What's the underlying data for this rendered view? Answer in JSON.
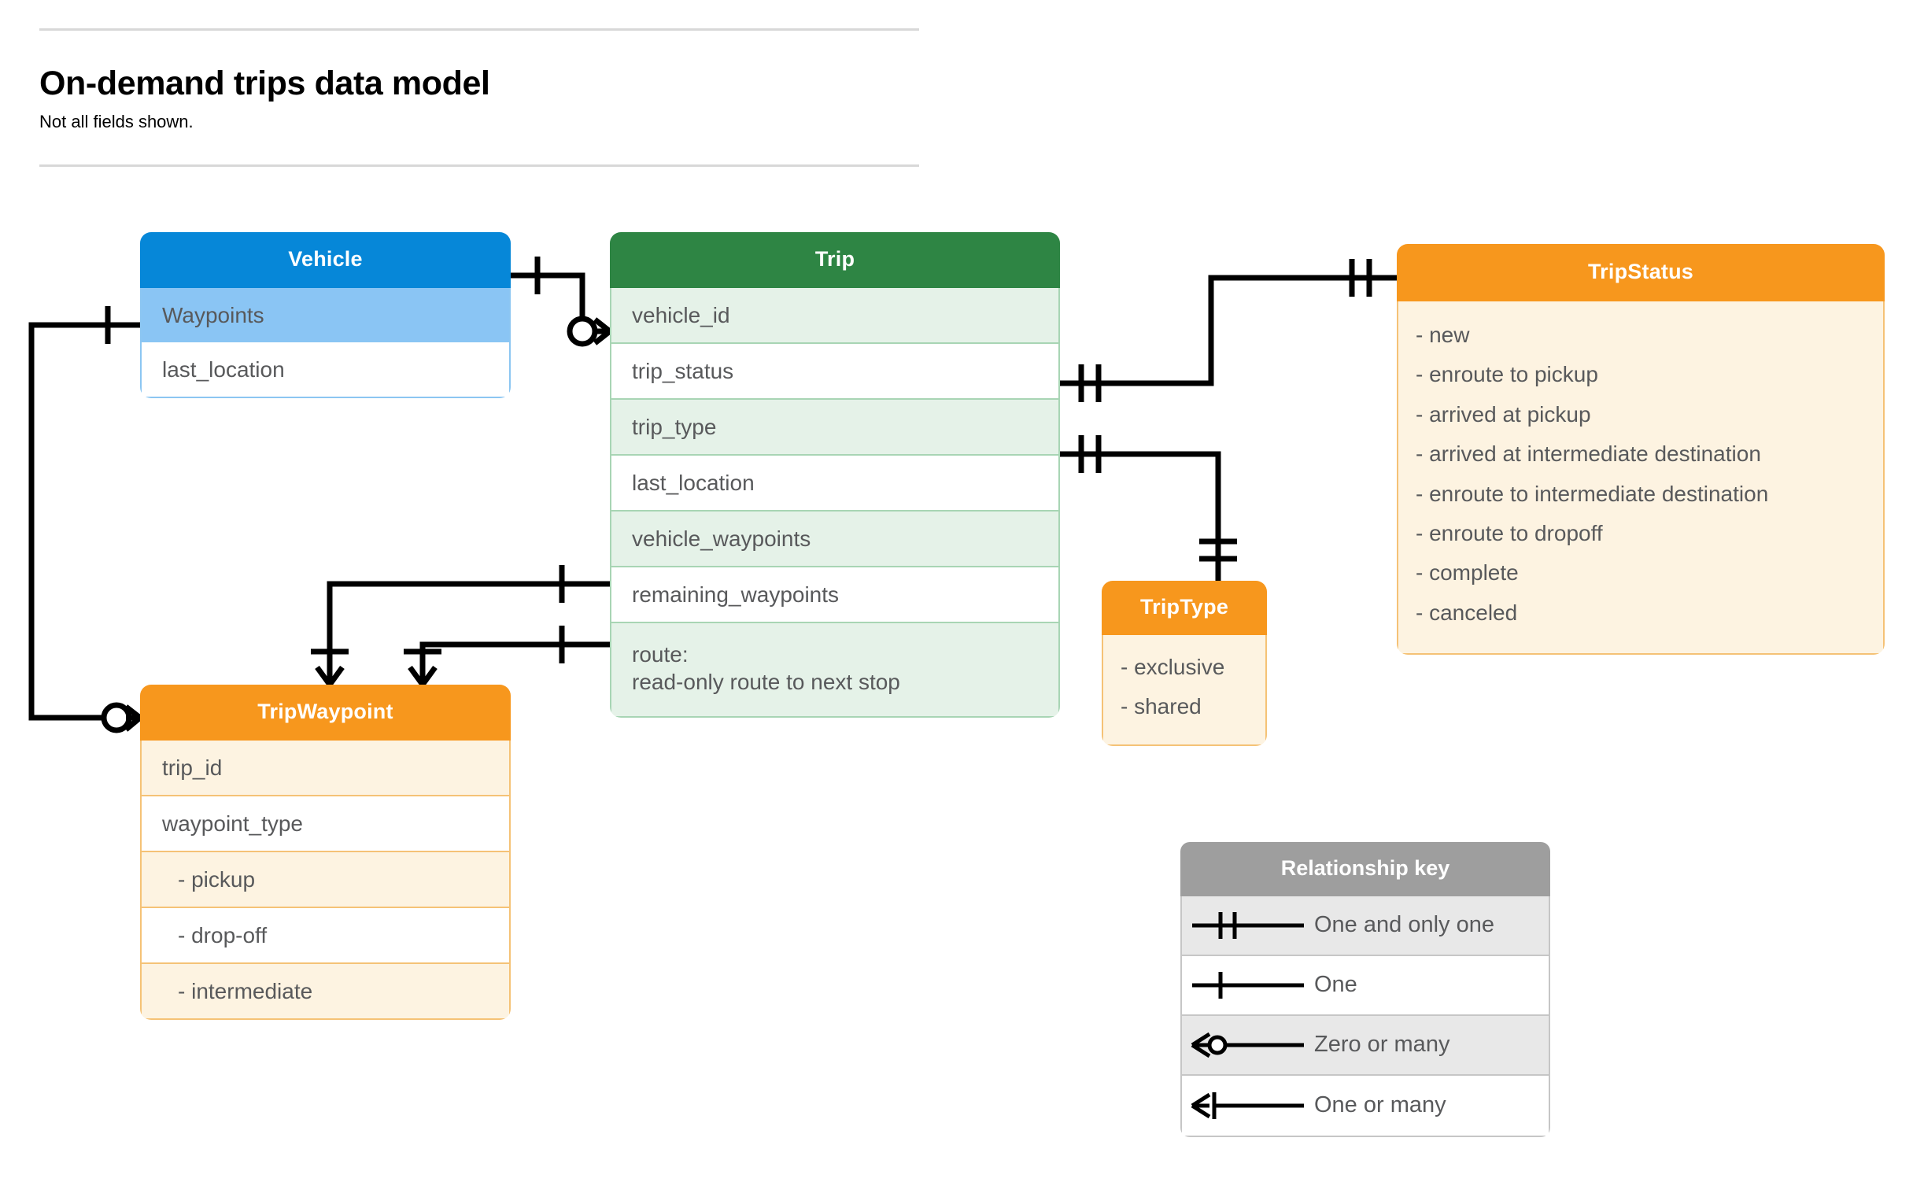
{
  "document": {
    "title": "On-demand trips data model",
    "subtitle": "Not all fields shown."
  },
  "colors": {
    "vehicle_header": "#0687d8",
    "vehicle_highlight": "#8ac5f4",
    "trip_header": "#2e8544",
    "trip_tint": "#e5f2e8",
    "orange_header": "#f7971d",
    "orange_tint": "#fdf3e1",
    "legend_header": "#9e9e9e",
    "legend_shade": "#e8e8e8",
    "connector": "#000000",
    "text": "#58595b",
    "rule": "#d8d8d8"
  },
  "entities": {
    "vehicle": {
      "name": "Vehicle",
      "rows": [
        {
          "label": "Waypoints",
          "highlight": true
        },
        {
          "label": "last_location",
          "highlight": false
        }
      ]
    },
    "trip": {
      "name": "Trip",
      "rows": [
        {
          "label": "vehicle_id",
          "tint": true
        },
        {
          "label": "trip_status",
          "tint": false
        },
        {
          "label": "trip_type",
          "tint": true
        },
        {
          "label": "last_location",
          "tint": false
        },
        {
          "label": "vehicle_waypoints",
          "tint": true
        },
        {
          "label": "remaining_waypoints",
          "tint": false
        }
      ],
      "route_row": {
        "line1": "route:",
        "line2": "read-only route to next stop",
        "tint": true
      }
    },
    "trip_status": {
      "name": "TripStatus",
      "values": [
        "- new",
        "- enroute to pickup",
        "- arrived at pickup",
        "- arrived at intermediate destination",
        "- enroute to intermediate destination",
        "- enroute to dropoff",
        "- complete",
        "- canceled"
      ]
    },
    "trip_type": {
      "name": "TripType",
      "values": [
        "- exclusive",
        "- shared"
      ]
    },
    "trip_waypoint": {
      "name": "TripWaypoint",
      "rows": [
        {
          "label": "trip_id",
          "tint": true,
          "indent": false
        },
        {
          "label": "waypoint_type",
          "tint": false,
          "indent": false
        },
        {
          "label": "-  pickup",
          "tint": true,
          "indent": true
        },
        {
          "label": "-  drop-off",
          "tint": false,
          "indent": true
        },
        {
          "label": "-  intermediate",
          "tint": true,
          "indent": true
        }
      ]
    }
  },
  "legend": {
    "title": "Relationship key",
    "items": [
      {
        "symbol": "one-and-only-one",
        "label": "One and only one"
      },
      {
        "symbol": "one",
        "label": "One"
      },
      {
        "symbol": "zero-or-many",
        "label": "Zero or many"
      },
      {
        "symbol": "one-or-many",
        "label": "One or many"
      }
    ]
  },
  "relationships": [
    {
      "from": "Vehicle",
      "to": "Trip.vehicle_id",
      "from_cardinality": "One",
      "to_cardinality": "Zero or many"
    },
    {
      "from": "Vehicle.Waypoints",
      "to": "TripWaypoint",
      "from_cardinality": "One",
      "to_cardinality": "Zero or many"
    },
    {
      "from": "Trip.trip_status",
      "to": "TripStatus",
      "from_cardinality": "One and only one",
      "to_cardinality": "One and only one"
    },
    {
      "from": "Trip.trip_type",
      "to": "TripType",
      "from_cardinality": "One and only one",
      "to_cardinality": "One and only one"
    },
    {
      "from": "Trip.vehicle_waypoints",
      "to": "TripWaypoint",
      "from_cardinality": "One",
      "to_cardinality": "One or many"
    },
    {
      "from": "Trip.remaining_waypoints",
      "to": "TripWaypoint",
      "from_cardinality": "One",
      "to_cardinality": "One or many"
    }
  ]
}
